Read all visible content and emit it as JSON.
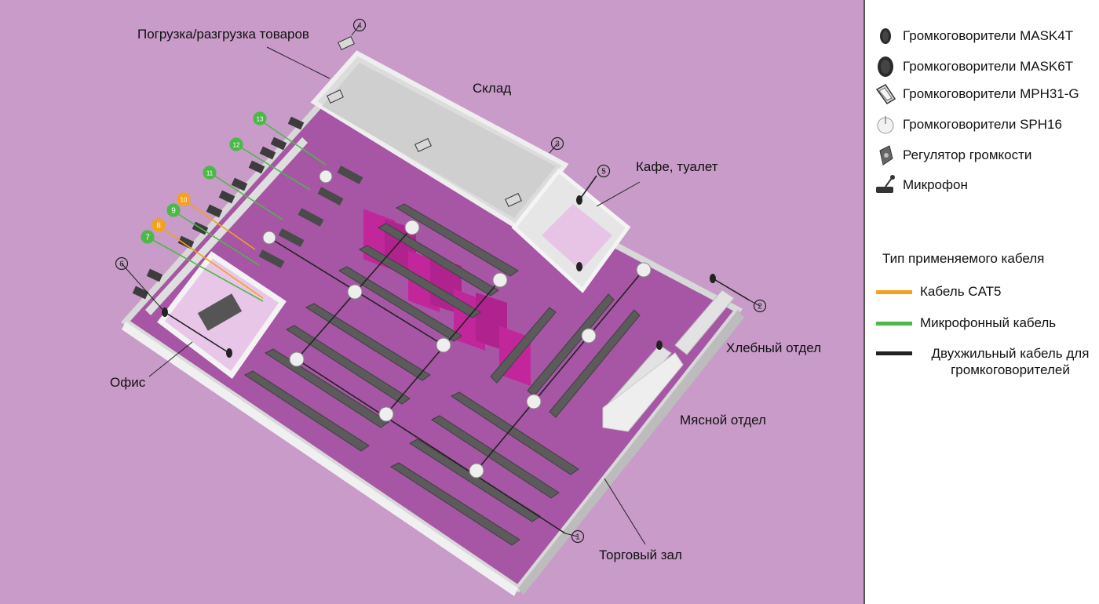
{
  "areas": {
    "loading": "Погрузка/разгрузка товаров",
    "warehouse": "Склад",
    "cafe": "Кафе, туалет",
    "bakery": "Хлебный отдел",
    "meat": "Мясной отдел",
    "office": "Офис",
    "sales_floor": "Торговый зал"
  },
  "markers": [
    {
      "id": "marker-1",
      "num": "1",
      "type": "line"
    },
    {
      "id": "marker-2",
      "num": "2",
      "type": "line"
    },
    {
      "id": "marker-3",
      "num": "3",
      "type": "line"
    },
    {
      "id": "marker-4",
      "num": "4",
      "type": "line"
    },
    {
      "id": "marker-5",
      "num": "5",
      "type": "line"
    },
    {
      "id": "marker-6",
      "num": "6",
      "type": "line"
    },
    {
      "id": "marker-7",
      "num": "7",
      "type": "mic"
    },
    {
      "id": "marker-8",
      "num": "8",
      "type": "cat5"
    },
    {
      "id": "marker-9",
      "num": "9",
      "type": "mic"
    },
    {
      "id": "marker-10",
      "num": "10",
      "type": "cat5"
    },
    {
      "id": "marker-11",
      "num": "11",
      "type": "mic"
    },
    {
      "id": "marker-12",
      "num": "12",
      "type": "mic"
    },
    {
      "id": "marker-13",
      "num": "13",
      "type": "mic"
    }
  ],
  "legend": {
    "devices": [
      {
        "label": "Громкоговорители MASK4T",
        "icon": "mask4t-speaker-icon"
      },
      {
        "label": "Громкоговорители MASK6T",
        "icon": "mask6t-speaker-icon"
      },
      {
        "label": "Громкоговорители MPH31-G",
        "icon": "mph31g-speaker-icon"
      },
      {
        "label": "Громкоговорители SPH16",
        "icon": "sph16-speaker-icon"
      },
      {
        "label": "Регулятор громкости",
        "icon": "volume-control-icon"
      },
      {
        "label": "Микрофон",
        "icon": "microphone-icon"
      }
    ],
    "cable_title": "Тип применяемого кабеля",
    "cables": [
      {
        "label": "Кабель CAT5",
        "color": "#f5a11c"
      },
      {
        "label": "Микрофонный кабель",
        "color": "#4cb848"
      },
      {
        "label": "Двухжильный кабель для громкоговорителей",
        "color": "#222222"
      }
    ]
  },
  "colors": {
    "background": "#c89bc9",
    "floor": "#a656a4",
    "wall": "#e4e4e4",
    "shelf": "#5a5a5a",
    "rack": "#c2269b",
    "cat5": "#f5a11c",
    "mic": "#4cb848",
    "speaker_cable": "#222222"
  }
}
